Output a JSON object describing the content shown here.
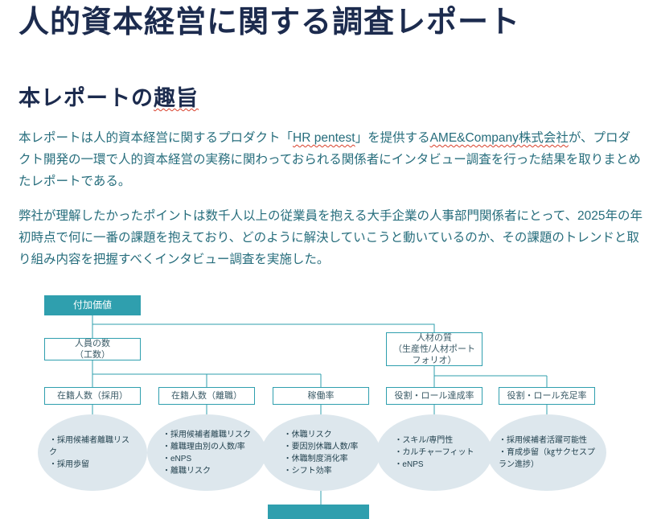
{
  "page": {
    "title": "人的資本経営に関する調査レポート"
  },
  "section": {
    "heading_pre": "本レポートの",
    "heading_marked": "趣旨"
  },
  "intro": {
    "p1_pre": "本レポートは人的資本経営に関するプロダクト「",
    "p1_product": "HR pentest",
    "p1_mid": "」を提供する",
    "p1_company": "AME&Company株式会社",
    "p1_post": "が、プロダクト開発の一環で人的資本経営の実務に関わっておられる関係者にインタビュー調査を行った結果を取りまとめたレポートである。",
    "p2": "弊社が理解したかったポイントは数千人以上の従業員を抱える大手企業の人事部門関係者にとって、2025年の年初時点で何に一番の課題を抱えており、どのように解決していこうと動いているのか、その課題のトレンドと取り組み内容を把握すべくインタビュー調査を実施した。"
  },
  "diagram": {
    "root_label": "付加価値",
    "level2": [
      {
        "lines": [
          "人員の数",
          "（工数）"
        ]
      },
      {
        "lines": [
          "人材の質",
          "（生産性/人材ポート",
          "フォリオ）"
        ]
      }
    ],
    "level3": [
      "在籍人数（採用）",
      "在籍人数（離職）",
      "稼働率",
      "役割・ロール達成率",
      "役割・ロール充足率"
    ],
    "bullets": [
      [
        "・採用候補者離職リスク",
        "・採用歩留"
      ],
      [
        "・採用候補者離職リスク",
        "・離職理由別の人数/率",
        "・eNPS",
        "・離職リスク"
      ],
      [
        "・休職リスク",
        "・要因別休職人数/率",
        "・休職制度消化率",
        "・シフト効率"
      ],
      [
        "・スキル/専門性",
        "・カルチャーフィット",
        "・eNPS"
      ],
      [
        "・採用候補者活躍可能性",
        "・育成歩留（㎏サクセスプラン進捗）"
      ]
    ],
    "colors": {
      "navy": "#1c2b4e",
      "body_teal": "#266d7c",
      "diagram_teal": "#2f9fae",
      "ellipse_fill": "#dde7ed",
      "squiggle_red": "#d8402b"
    }
  }
}
